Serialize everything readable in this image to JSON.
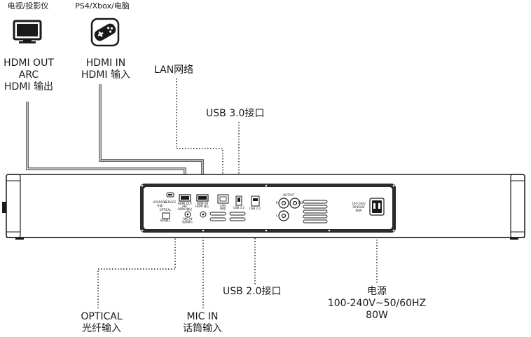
{
  "top_left": {
    "device1_caption": "电视/投影仪",
    "device2_caption": "PS4/Xbox/电脑",
    "icons": [
      "tv-icon",
      "gamepad-icon"
    ]
  },
  "labels": {
    "hdmi_out": [
      "HDMI OUT",
      "ARC",
      "HDMI 输出"
    ],
    "hdmi_in": [
      "HDMI IN",
      "HDMI 输入"
    ],
    "lan": "LAN网络",
    "usb3": "USB 3.0接口",
    "usb2": "USB 2.0接口",
    "optical": [
      "OPTICAL",
      "光纤输入"
    ],
    "mic": [
      "MIC IN",
      "话筒输入"
    ],
    "power": [
      "电源",
      "100-240V~50/60HZ",
      "80W"
    ]
  },
  "panel_text": {
    "upgrade": "UPGRADE",
    "upgrade_cn": "升级",
    "service": "SERVICE",
    "hdmi_out": "HDMI OUT",
    "arc": "ARC",
    "hdmi_out_cn": "HDMI 输出",
    "hdmi_in": "HDMI IN",
    "hdmi_in_cn": "HDMI 输入",
    "lan": "LAN",
    "lan_cn": "网络",
    "usb3": "USB 3.0",
    "usb2": "USB 2.0",
    "optical": "OPTICAL",
    "optical_cn": "光纤输入",
    "mic": "MIC IN",
    "mic_cn": "话筒输入",
    "output": "OUTPUT",
    "r": "R",
    "l": "L",
    "sub": "SUB",
    "power_spec": "100-240V",
    "power_hz": "50/60HZ",
    "power_w": "80W"
  },
  "colors": {
    "line": "#3a3a3a",
    "panel": "#2b2b2b",
    "body": "#ffffff"
  }
}
